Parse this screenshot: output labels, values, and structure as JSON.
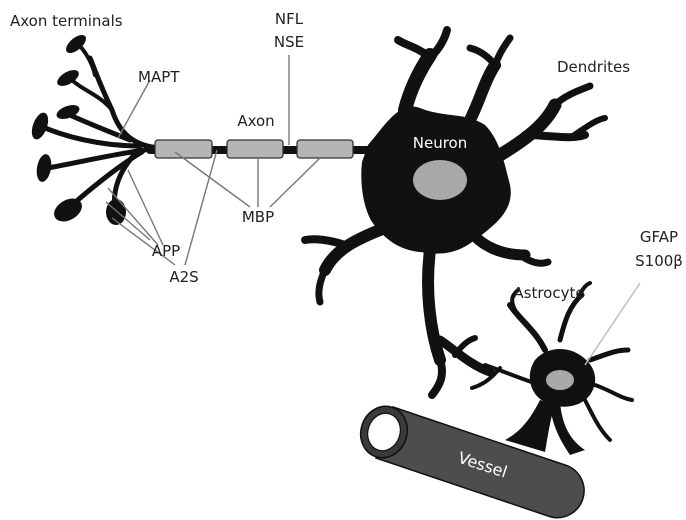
{
  "labels": {
    "axon_terminals": "Axon terminals",
    "mapt": "MAPT",
    "nfl": "NFL",
    "nse": "NSE",
    "axon": "Axon",
    "dendrites": "Dendrites",
    "neuron": "Neuron",
    "mbp": "MBP",
    "app": "APP",
    "a2s": "A2S",
    "gfap": "GFAP",
    "s100b": "S100β",
    "astrocyte": "Astrocyte",
    "vessel": "Vessel"
  },
  "colors": {
    "cell_body": "#111111",
    "myelin": "#b5b5b5",
    "nucleus": "#a8a8a8",
    "vessel": "#4d4d4d",
    "leader_line": "#777777"
  }
}
